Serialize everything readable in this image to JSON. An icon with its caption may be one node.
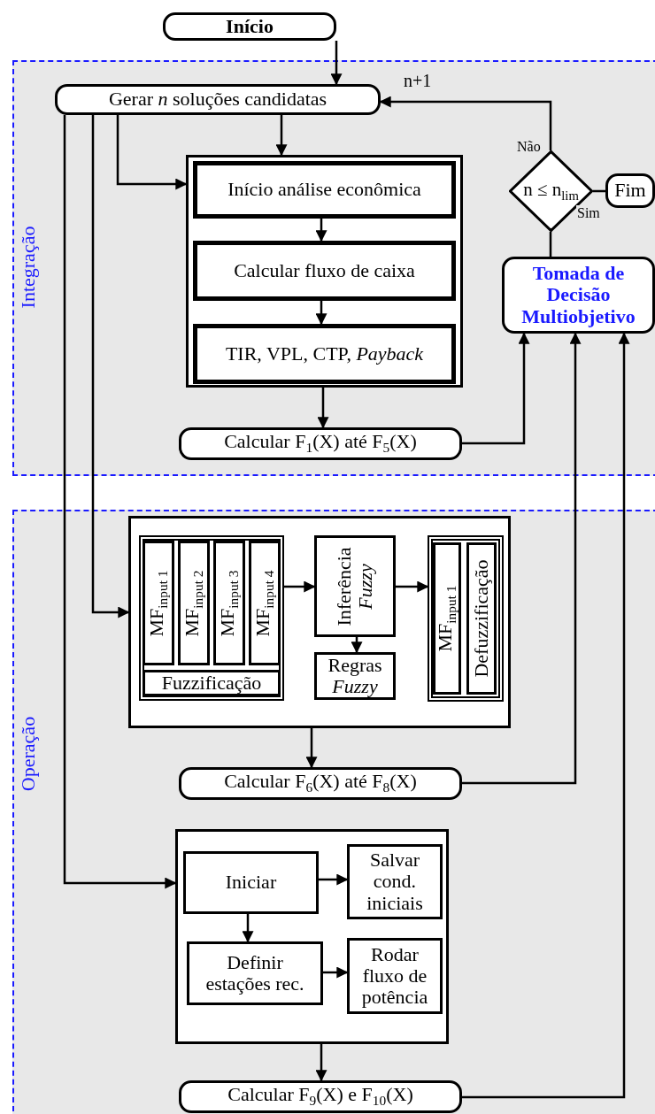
{
  "diagram": {
    "nodes": [
      {
        "text": [
          "Início"
        ]
      },
      {
        "text": [
          "Integração"
        ]
      },
      {
        "text": [
          "Gerar *n* soluções candidatas"
        ],
        "in": 1
      },
      {
        "text": [],
        "shape": "box",
        "in": 1
      },
      {
        "text": [
          "Início análise econômica"
        ],
        "in": 3
      },
      {
        "text": [
          "Calcular fluxo de caixa"
        ],
        "in": 3
      },
      {
        "text": [
          "TIR, VPL, CTP, *Payback*"
        ],
        "in": 3
      },
      {
        "text": [
          "Calcular F$_{1}$(X) até F$_{5}$(X)"
        ],
        "in": 1
      },
      {
        "text": [
          "n ≤ n$_{lim}$"
        ],
        "in": 1
      },
      {
        "text": [
          "Fim"
        ],
        "in": 1
      },
      {
        "text": [
          "Tomada de Decisão Multiobjetivo"
        ],
        "in": 1
      },
      {
        "text": [
          "Operação"
        ]
      },
      {
        "text": [],
        "shape": "box",
        "in": 11
      },
      {
        "text": [],
        "shape": "box",
        "in": 12
      },
      {
        "text": [
          "MF$_{input 1}$"
        ],
        "in": 13
      },
      {
        "text": [
          "MF$_{input 2}$"
        ],
        "in": 13
      },
      {
        "text": [
          "MF$_{input 3}$"
        ],
        "in": 13
      },
      {
        "text": [
          "MF$_{input 4}$"
        ],
        "in": 13
      },
      {
        "text": [
          "Fuzzificação"
        ],
        "in": 13
      },
      {
        "text": [
          "Inferência *Fuzzy*"
        ],
        "in": 12
      },
      {
        "text": [
          "Regras *Fuzzy*"
        ],
        "in": 12
      },
      {
        "text": [],
        "shape": "box",
        "in": 12
      },
      {
        "text": [
          "MF$_{input 1}$"
        ],
        "in": 21
      },
      {
        "text": [
          "Defuzzificação"
        ],
        "in": 21
      },
      {
        "text": [
          "Calcular F$_{6}$(X) até F$_{8}$(X)"
        ],
        "in": 11
      },
      {
        "text": [],
        "shape": "box",
        "in": 11
      },
      {
        "text": [
          "Iniciar"
        ],
        "in": 25
      },
      {
        "text": [
          "Salvar cond. iniciais"
        ],
        "in": 25
      },
      {
        "text": [
          "Definir estações rec."
        ],
        "in": 25
      },
      {
        "text": [
          "Rodar fluxo de potência"
        ],
        "in": 25
      },
      {
        "text": [
          "Calcular F$_{9}$(X) e F$_{10}$(X)"
        ],
        "in": 11
      }
    ],
    "edges": [
      {
        "from": 0,
        "to": 2,
        "arrow": "to"
      },
      {
        "from": 2,
        "to": 3,
        "arrow": "to"
      },
      {
        "from": 2,
        "to": 3,
        "arrow": "to"
      },
      {
        "from": 4,
        "to": 5,
        "arrow": "to"
      },
      {
        "from": 5,
        "to": 6,
        "arrow": "to"
      },
      {
        "from": 3,
        "to": 7,
        "arrow": "to"
      },
      {
        "from": 7,
        "to": 10,
        "arrow": "to"
      },
      {
        "from": 10,
        "to": 8,
        "arrow": "none"
      },
      {
        "from": 8,
        "to": 9,
        "arrow": "none",
        "label": "Sim"
      },
      {
        "from": 8,
        "to": 2,
        "arrow": "to",
        "label": "Não"
      },
      {
        "from": 2,
        "to": 12,
        "arrow": "to"
      },
      {
        "from": 13,
        "to": 19,
        "arrow": "to"
      },
      {
        "from": 19,
        "to": 21,
        "arrow": "to"
      },
      {
        "from": 19,
        "to": 20,
        "arrow": "to"
      },
      {
        "from": 12,
        "to": 24,
        "arrow": "to"
      },
      {
        "from": 24,
        "to": 10,
        "arrow": "to"
      },
      {
        "from": 2,
        "to": 25,
        "arrow": "to"
      },
      {
        "from": 26,
        "to": 27,
        "arrow": "to"
      },
      {
        "from": 26,
        "to": 28,
        "arrow": "to"
      },
      {
        "from": 28,
        "to": 29,
        "arrow": "to"
      },
      {
        "from": 25,
        "to": 30,
        "arrow": "to"
      },
      {
        "from": 30,
        "to": 10,
        "arrow": "to"
      }
    ],
    "labels": [
      "n+1"
    ]
  }
}
